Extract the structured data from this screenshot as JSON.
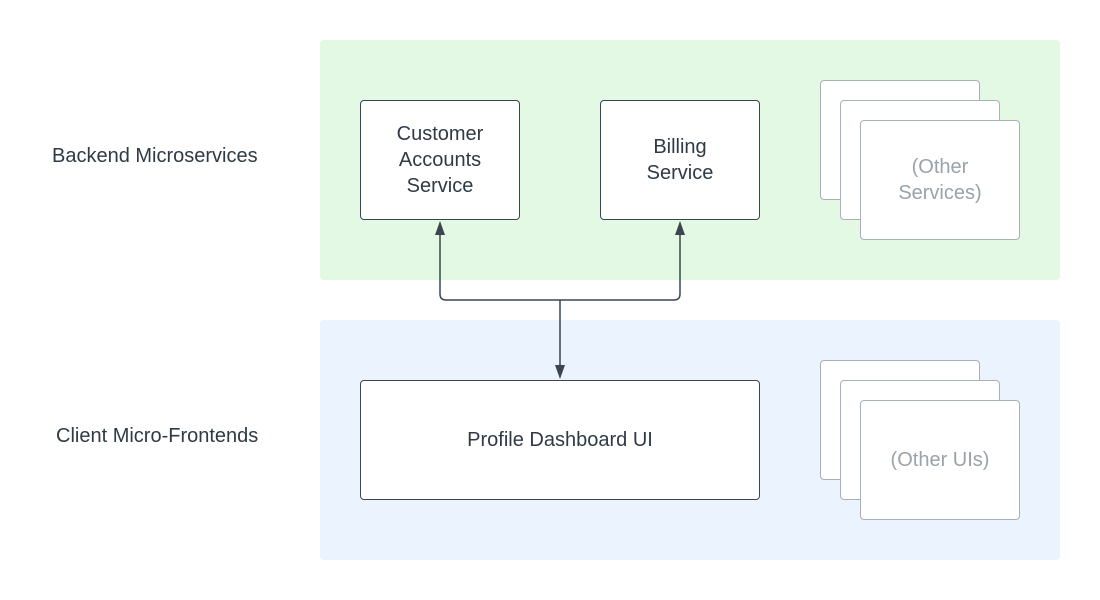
{
  "colors": {
    "backend_region": "#e3f9e3",
    "frontend_region": "#ebf3fe",
    "primary_border": "#3a4550",
    "ghost_border": "#a9b0b7",
    "connector": "#3a4550"
  },
  "rows": {
    "backend_label": "Backend Microservices",
    "frontend_label": "Client Micro-Frontends"
  },
  "backend": {
    "customer_accounts": "Customer\nAccounts\nService",
    "billing": "Billing\nService",
    "other": "(Other\nServices)"
  },
  "frontend": {
    "profile_dashboard": "Profile Dashboard UI",
    "other": "(Other UIs)"
  }
}
